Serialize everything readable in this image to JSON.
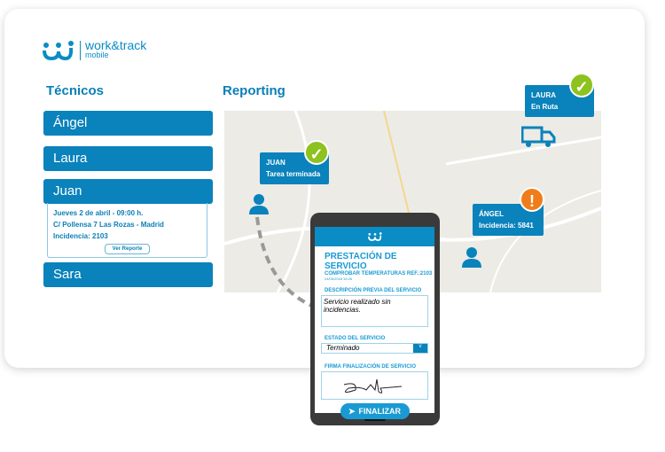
{
  "brand": {
    "name": "work&track",
    "sub": "mobile"
  },
  "technicians": {
    "title": "Técnicos",
    "items": [
      {
        "name": "Ángel"
      },
      {
        "name": "Laura"
      },
      {
        "name": "Juan"
      },
      {
        "name": "Sara"
      }
    ],
    "expanded": {
      "date": "Jueves 2 de abril -  09:00 h.",
      "address": "C/ Pollensa 7 Las Rozas - Madrid",
      "incident": "Incidencia: 2103",
      "button": "Ver Reporte"
    }
  },
  "reporting": {
    "title": "Reporting",
    "pins": [
      {
        "name": "LAURA",
        "status": "En Ruta",
        "badge": "check",
        "color": "#8dc21f"
      },
      {
        "name": "JUAN",
        "status": "Tarea terminada",
        "badge": "check",
        "color": "#8dc21f"
      },
      {
        "name": "ÁNGEL",
        "status": "Incidencia: 5841",
        "badge": "exclamation",
        "color": "#f07d1a"
      }
    ]
  },
  "mobile": {
    "title": "PRESTACIÓN DE SERVICIO",
    "subtitle": "COMPROBAR TEMPERATURAS REF.:2103",
    "timestamp": "24/05/2018 16:26",
    "desc_label": "DESCRIPCIÓN PREVIA DEL SERVICIO",
    "desc_value": "Servicio realizado sin incidencias.",
    "state_label": "ESTADO DEL SERVICIO",
    "state_value": "Terminado",
    "signature_label": "FIRMA FINALIZACIÓN DE SERVICIO",
    "finish_button": "FINALIZAR"
  },
  "colors": {
    "primary": "#0a82bb",
    "success": "#8dc21f",
    "warning": "#f07d1a"
  }
}
